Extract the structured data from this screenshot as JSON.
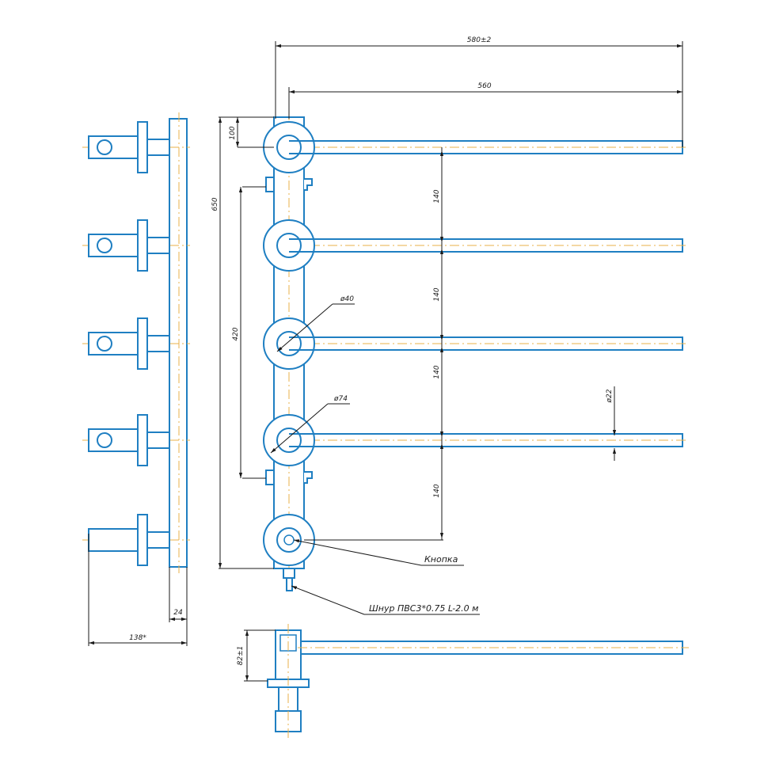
{
  "colors": {
    "outline": "#1f7fc2",
    "centerline": "#e8b24a",
    "dimension": "#1a1a1a",
    "background": "#ffffff"
  },
  "dimensions": {
    "overall_width": "580±2",
    "arm_length": "560",
    "top_offset": "100",
    "overall_height": "650",
    "mount_spacing": "420",
    "arm_pitch_1": "140",
    "arm_pitch_2": "140",
    "arm_pitch_3": "140",
    "arm_pitch_4": "140",
    "bore_diameter": "ø40",
    "hub_diameter": "ø74",
    "tube_diameter": "ø22",
    "plate_thickness": "24",
    "side_depth": "138*",
    "hub_height": "82±1"
  },
  "callouts": {
    "button": "Кнопка",
    "cord": "Шнур ПВС3*0.75 L-2.0 м"
  }
}
